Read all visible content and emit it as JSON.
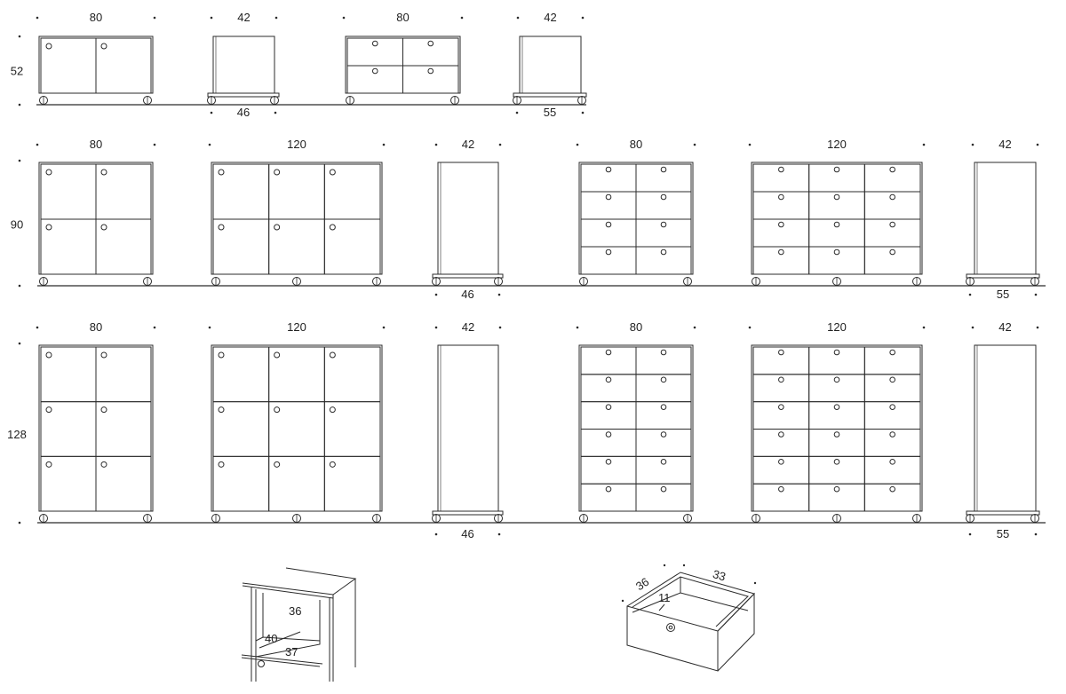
{
  "colors": {
    "line": "#2b2b2b",
    "fill": "#ffffff",
    "text": "#222222"
  },
  "rows": [
    {
      "height_label": "52",
      "items": [
        {
          "kind": "cabinet",
          "width_label": "80",
          "doors": {
            "cols": 2,
            "rows": 1
          }
        },
        {
          "kind": "side",
          "width_label": "42",
          "depth_label": "46"
        },
        {
          "kind": "drawers",
          "width_label": "80",
          "doors": {
            "cols": 2,
            "rows": 2
          }
        },
        {
          "kind": "side",
          "width_label": "42",
          "depth_label": "55"
        }
      ]
    },
    {
      "height_label": "90",
      "items": [
        {
          "kind": "cabinet",
          "width_label": "80",
          "doors": {
            "cols": 2,
            "rows": 2
          }
        },
        {
          "kind": "cabinet",
          "width_label": "120",
          "doors": {
            "cols": 3,
            "rows": 2
          }
        },
        {
          "kind": "side",
          "width_label": "42",
          "depth_label": "46"
        },
        {
          "kind": "drawers",
          "width_label": "80",
          "doors": {
            "cols": 2,
            "rows": 4
          }
        },
        {
          "kind": "drawers",
          "width_label": "120",
          "doors": {
            "cols": 3,
            "rows": 4
          }
        },
        {
          "kind": "side",
          "width_label": "42",
          "depth_label": "55"
        }
      ]
    },
    {
      "height_label": "128",
      "items": [
        {
          "kind": "cabinet",
          "width_label": "80",
          "doors": {
            "cols": 2,
            "rows": 3
          }
        },
        {
          "kind": "cabinet",
          "width_label": "120",
          "doors": {
            "cols": 3,
            "rows": 3
          }
        },
        {
          "kind": "side",
          "width_label": "42",
          "depth_label": "46"
        },
        {
          "kind": "drawers",
          "width_label": "80",
          "doors": {
            "cols": 2,
            "rows": 6
          }
        },
        {
          "kind": "drawers",
          "width_label": "120",
          "doors": {
            "cols": 3,
            "rows": 6
          }
        },
        {
          "kind": "side",
          "width_label": "42",
          "depth_label": "55"
        }
      ]
    }
  ],
  "detail_compartment": {
    "height_label": "36",
    "depth_label": "40",
    "width_label": "37"
  },
  "detail_drawer": {
    "depth_label": "36",
    "width_label": "33",
    "height_label": "11"
  }
}
